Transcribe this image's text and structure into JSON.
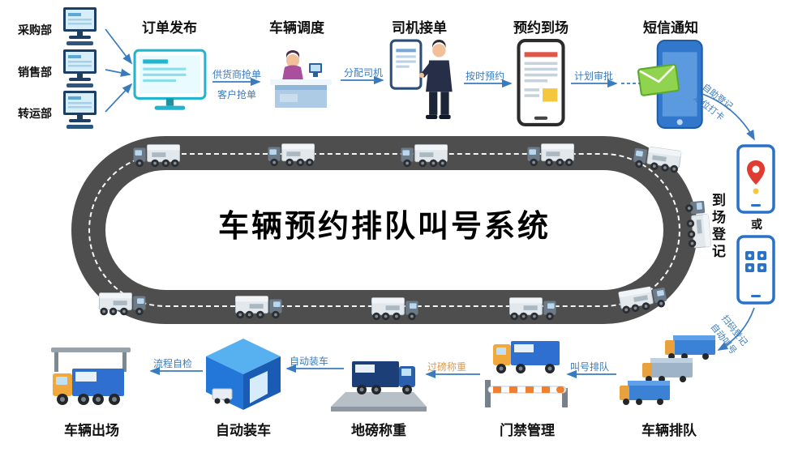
{
  "title": "车辆预约排队叫号系统",
  "departments": [
    {
      "label": "采购部"
    },
    {
      "label": "销售部"
    },
    {
      "label": "转运部"
    }
  ],
  "top_flow": {
    "steps": [
      {
        "label": "订单发布"
      },
      {
        "label": "车辆调度"
      },
      {
        "label": "司机接单"
      },
      {
        "label": "预约到场"
      },
      {
        "label": "短信通知"
      }
    ],
    "arrows": {
      "grab1": "供货商抢单",
      "grab2": "客户抢单",
      "assign": "分配司机",
      "ontime": "按时预约",
      "approve": "计划审批"
    }
  },
  "right_flow": {
    "diag_top": [
      "自助登记",
      "定位打卡"
    ],
    "arrival": "到场登记",
    "or": "或",
    "diag_bottom": [
      "扫码登记",
      "自动叫号"
    ]
  },
  "bottom_flow": {
    "steps": [
      {
        "label": "车辆排队"
      },
      {
        "label": "门禁管理"
      },
      {
        "label": "地磅称重"
      },
      {
        "label": "自动装车"
      },
      {
        "label": "车辆出场"
      }
    ],
    "arrows": {
      "queue": "叫号排队",
      "weigh": "过磅称重",
      "load": "自动装车",
      "check": "流程自检"
    }
  },
  "colors": {
    "accent_blue": "#3a7bbf",
    "highlight_orange": "#de9a4a",
    "road_gray": "#4e4e4e",
    "title_black": "#000000",
    "truck_blue": "#2f6fd0",
    "cab_orange": "#f2a93b"
  },
  "icons": [
    "monitor-icon",
    "dispatch-desk-icon",
    "driver-tablet-icon",
    "phone-document-icon",
    "phone-sms-envelope-icon",
    "phone-map-pin-icon",
    "phone-qr-icon",
    "road-truck-icon",
    "exit-gate-truck-icon",
    "warehouse-loading-icon",
    "weighbridge-icon",
    "barrier-gate-icon",
    "queued-trucks-icon"
  ]
}
